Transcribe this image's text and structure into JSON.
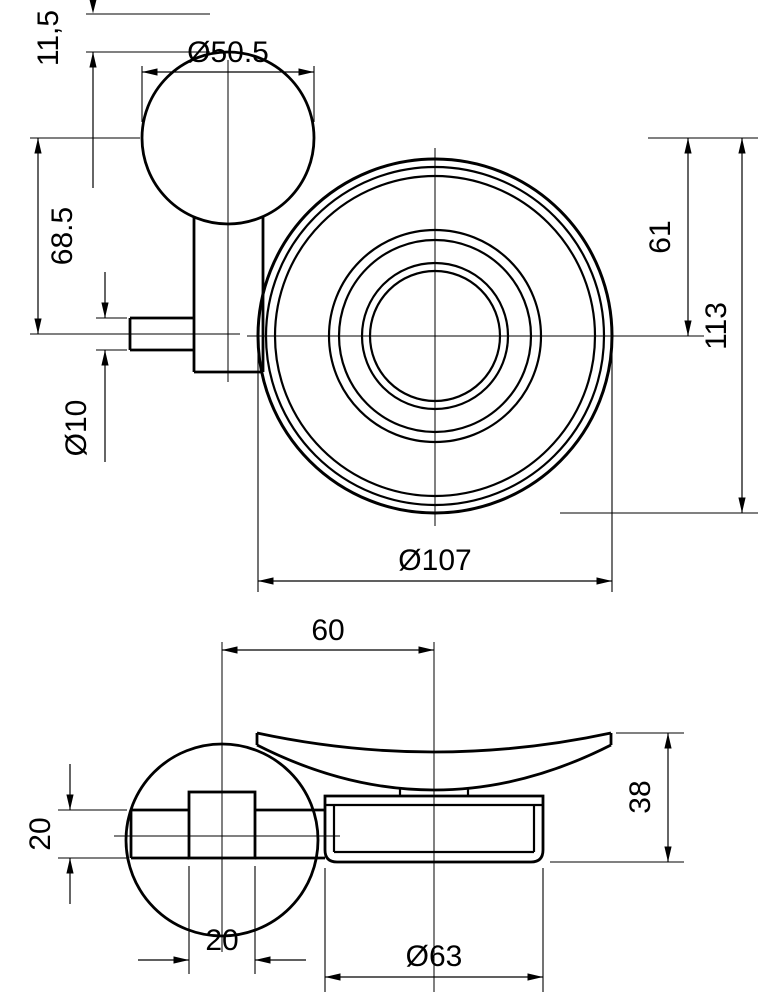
{
  "front_view": {
    "dim_wall_clearance": "11,5",
    "dim_flange_diameter": "Ø50.5",
    "dim_flange_to_pin": "68.5",
    "dim_pin_diameter": "Ø10",
    "dim_flange_to_dish_center": "61",
    "dim_overall_height": "113",
    "dim_dish_diameter": "Ø107"
  },
  "side_view": {
    "dim_wall_to_dish_center": "60",
    "dim_arm_thickness": "20",
    "dim_overall_depth": "38",
    "dim_arm_width": "20",
    "dim_ring_diameter": "Ø63"
  },
  "colors": {
    "line": "#000000",
    "background": "#ffffff"
  }
}
